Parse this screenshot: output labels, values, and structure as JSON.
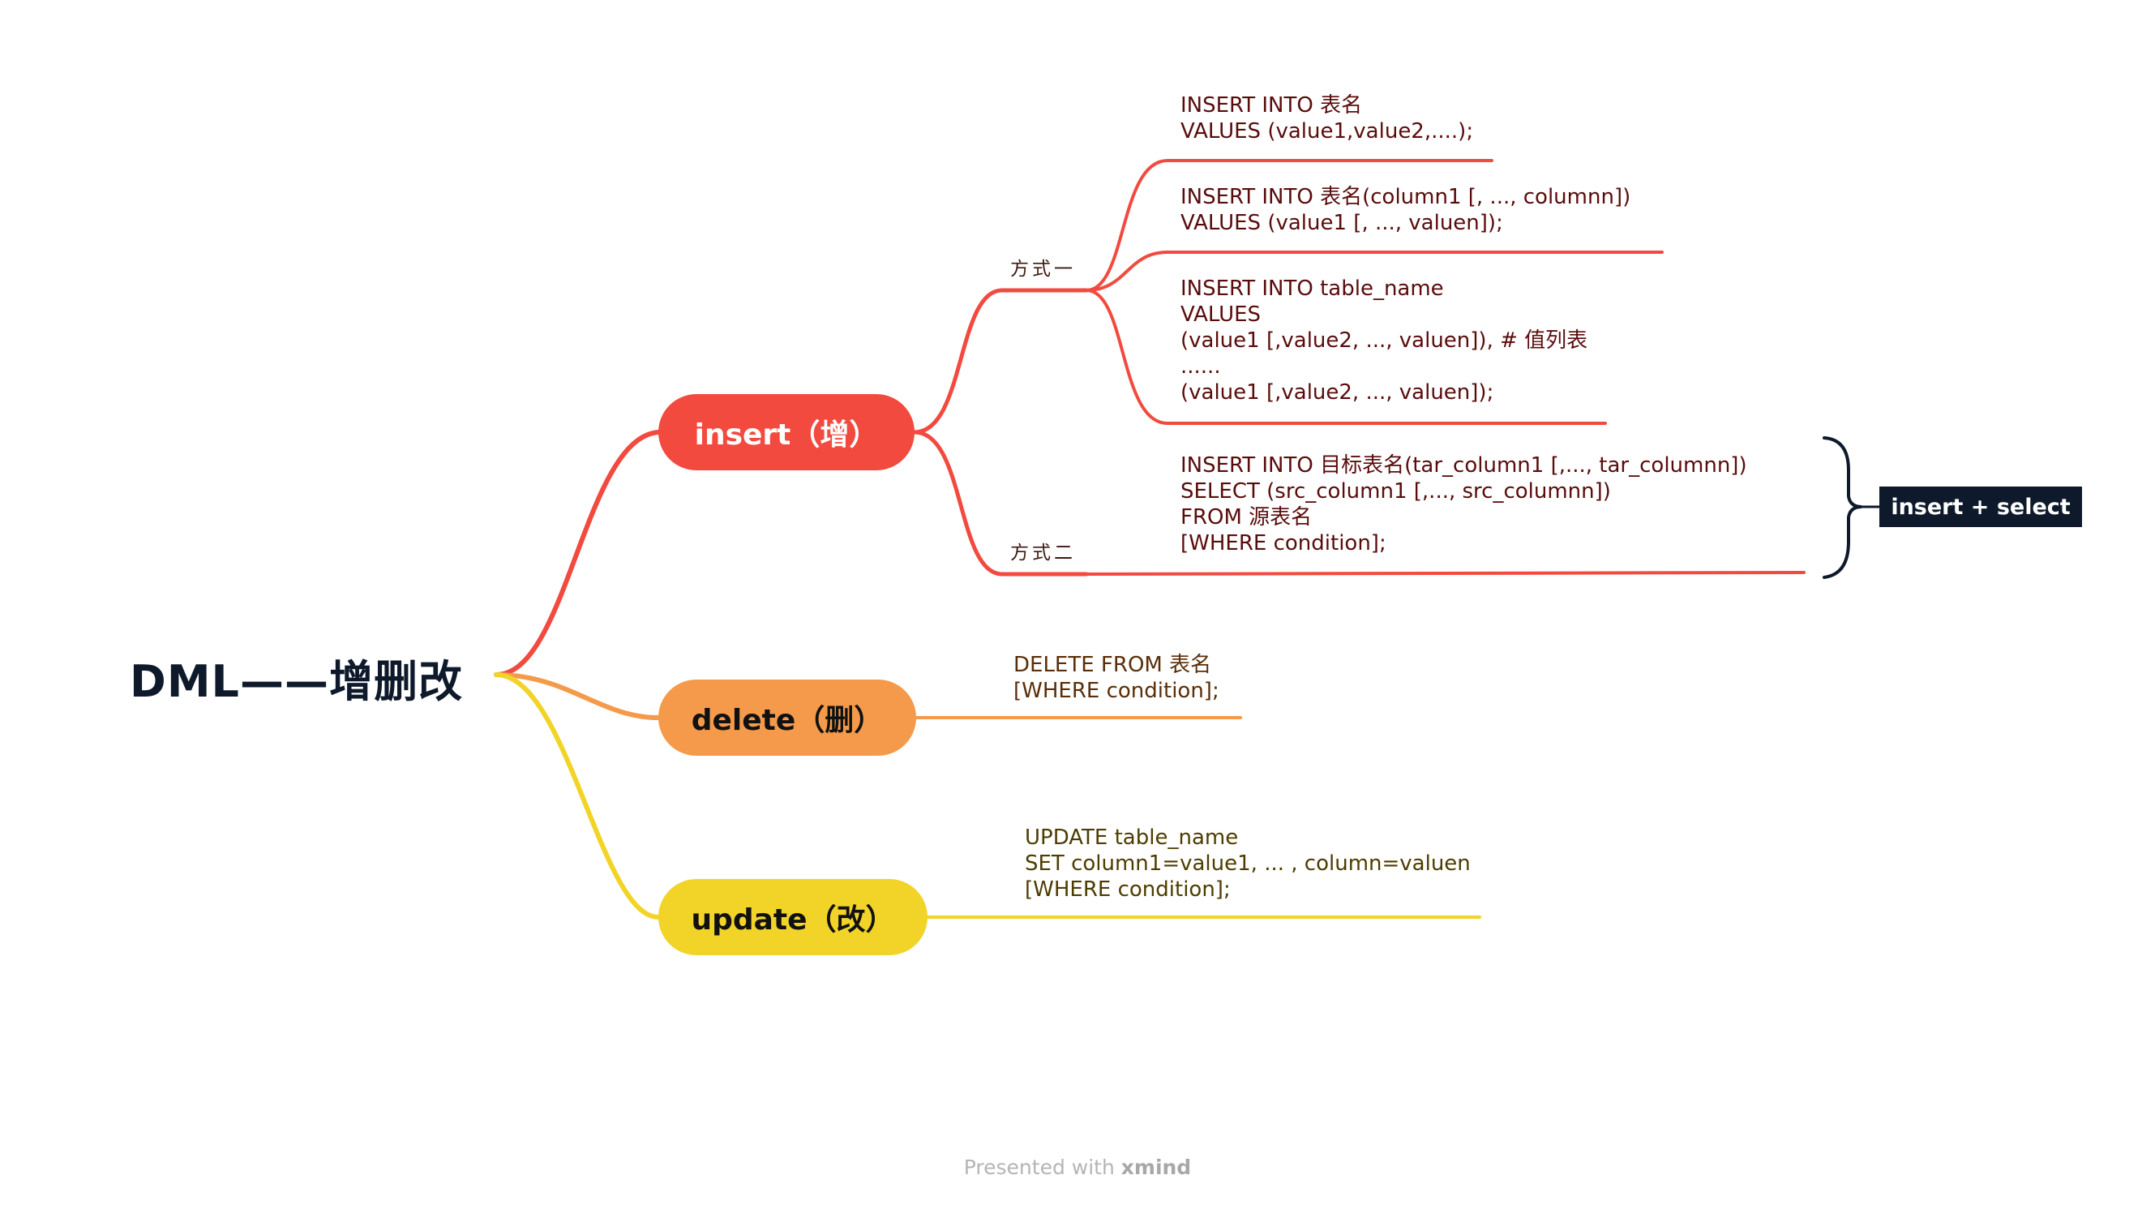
{
  "root": {
    "title": "DML——增删改"
  },
  "branches": {
    "insert": {
      "label": "insert（增）",
      "color": "#f24a3f",
      "method1_label": "方式一",
      "method2_label": "方式二",
      "method1_items": [
        [
          "INSERT INTO 表名",
          "VALUES (value1,value2,....);"
        ],
        [
          "INSERT INTO 表名(column1 [, ..., columnn])",
          "VALUES (value1 [, ..., valuen]);"
        ],
        [
          "INSERT INTO table_name",
          "VALUES",
          "(value1 [,value2, ..., valuen]), # 值列表",
          "......",
          "(value1 [,value2, ..., valuen]);"
        ]
      ],
      "method2_items": [
        [
          "INSERT INTO 目标表名(tar_column1 [,..., tar_columnn])",
          "SELECT (src_column1 [,..., src_columnn])",
          "FROM 源表名",
          "[WHERE condition];"
        ]
      ],
      "summary_tag": "insert + select"
    },
    "delete": {
      "label": "delete（删）",
      "color": "#f59a4a",
      "lines": [
        "DELETE FROM 表名",
        "[WHERE condition];"
      ]
    },
    "update": {
      "label": "update（改）",
      "color": "#f2d428",
      "lines": [
        "UPDATE table_name",
        "SET column1=value1, ... , column=valuen",
        "[WHERE condition];"
      ]
    }
  },
  "footer": {
    "prefix": "Presented with ",
    "brand": "xmind"
  },
  "colors": {
    "root_text": "#0e1a2b",
    "tag_bg": "#0e1a2b"
  }
}
